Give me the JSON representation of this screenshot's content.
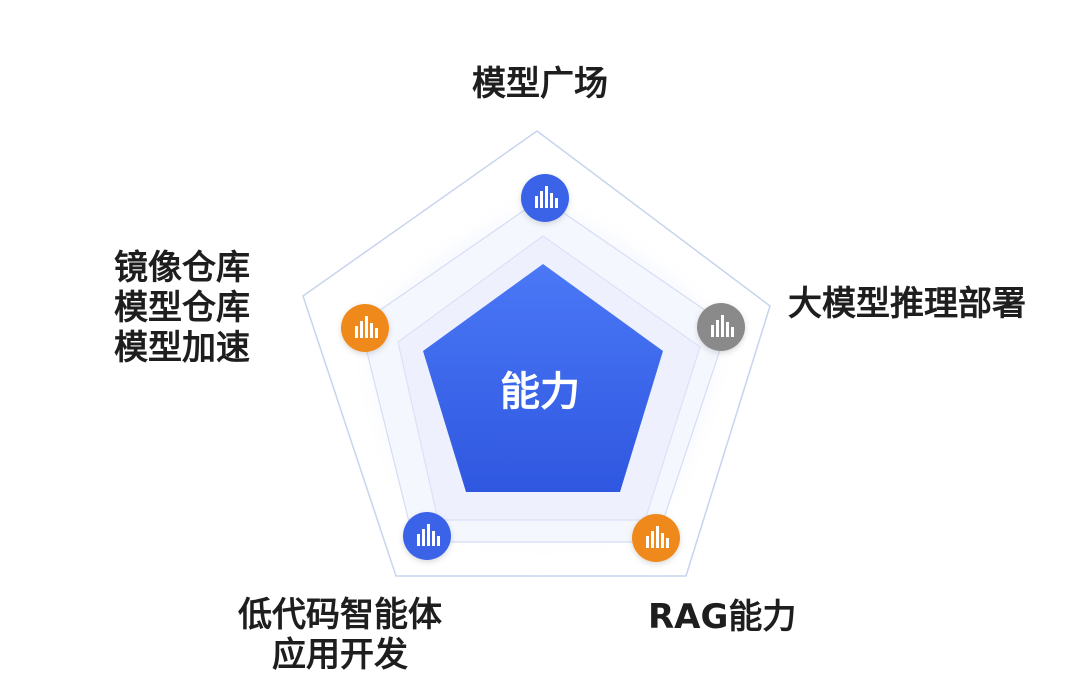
{
  "center": {
    "label": "能力"
  },
  "capabilities": [
    {
      "id": "model-square",
      "lines": [
        "模型广场"
      ],
      "node_color": "blue"
    },
    {
      "id": "llm-inference",
      "lines": [
        "大模型推理部署"
      ],
      "node_color": "gray"
    },
    {
      "id": "rag",
      "lines": [
        "RAG能力"
      ],
      "node_color": "orange"
    },
    {
      "id": "lowcode-agent",
      "lines": [
        "低代码智能体",
        "应用开发"
      ],
      "node_color": "blue"
    },
    {
      "id": "repos-accel",
      "lines": [
        "镜像仓库",
        "模型仓库",
        "模型加速"
      ],
      "node_color": "orange"
    }
  ],
  "node_icon": "bar-chart-icon",
  "colors": {
    "blue": "#3a63e8",
    "orange": "#f0891a",
    "gray": "#8a8a8a",
    "center_fill": "#3d6cf0",
    "outline": "#c8d3ef",
    "label_text": "#1e1e1e"
  }
}
